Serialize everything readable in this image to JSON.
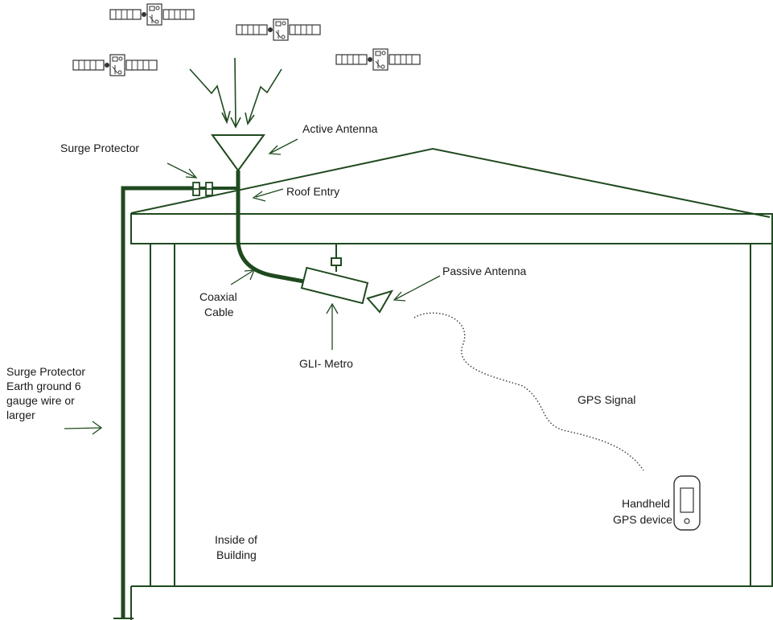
{
  "colors": {
    "structure": "#1f4a1f",
    "cable": "#1f4a1f",
    "text": "#1a1a1a",
    "signal": "#333333"
  },
  "icons": {
    "satellite": "satellite-icon",
    "active_antenna": "antenna-icon",
    "passive_antenna": "antenna-icon",
    "device": "gps-device-icon"
  },
  "labels": {
    "active_antenna": "Active Antenna",
    "surge_protector_top": "Surge Protector",
    "roof_entry": "Roof Entry",
    "coaxial_cable_1": "Coaxial",
    "coaxial_cable_2": "Cable",
    "passive_antenna": "Passive Antenna",
    "gli_metro": "GLI- Metro",
    "gps_signal": "GPS Signal",
    "surge_ground_1": "Surge Protector",
    "surge_ground_2": "Earth ground 6",
    "surge_ground_3": "gauge wire or",
    "surge_ground_4": "larger",
    "handheld_1": "Handheld",
    "handheld_2": "GPS device",
    "inside_1": "Inside of",
    "inside_2": "Building"
  }
}
